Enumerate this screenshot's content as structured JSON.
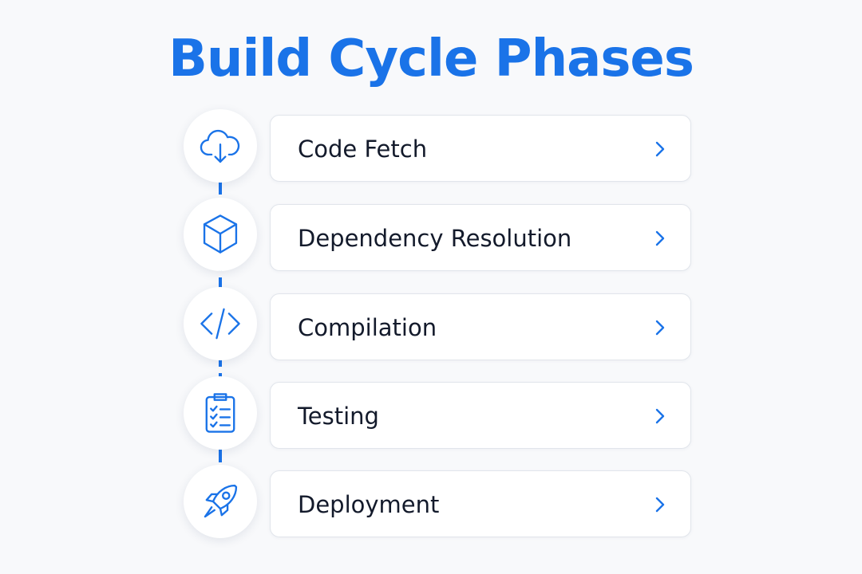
{
  "title": "Build Cycle Phases",
  "accent_color": "#1a73e8",
  "steps": [
    {
      "label": "Code Fetch",
      "icon": "cloud-download-icon"
    },
    {
      "label": "Dependency Resolution",
      "icon": "package-box-icon"
    },
    {
      "label": "Compilation",
      "icon": "code-brackets-icon"
    },
    {
      "label": "Testing",
      "icon": "clipboard-checklist-icon"
    },
    {
      "label": "Deployment",
      "icon": "rocket-icon"
    }
  ]
}
